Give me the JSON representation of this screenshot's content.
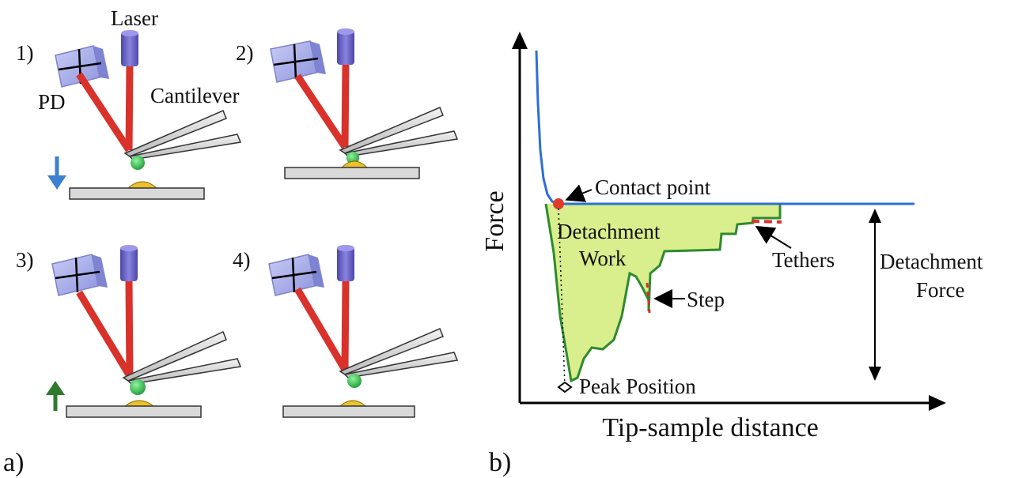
{
  "panel_a": {
    "tag": "a)",
    "steps": [
      "1)",
      "2)",
      "3)",
      "4)"
    ],
    "labels": {
      "laser": "Laser",
      "pd": "PD",
      "cantilever": "Cantilever"
    }
  },
  "panel_b": {
    "tag": "b)",
    "axes": {
      "y_label": "Force",
      "x_label": "Tip-sample distance"
    },
    "annotations": {
      "contact_point": "Contact point",
      "detachment_work_1": "Detachment",
      "detachment_work_2": "Work",
      "tethers": "Tethers",
      "step": "Step",
      "peak_position": "Peak Position",
      "detachment_force_1": "Detachment",
      "detachment_force_2": "Force"
    }
  },
  "colors": {
    "laser_beam": "#d8322a",
    "photodiode": "#a9aee8",
    "laser_body": "#6a63c9",
    "bead": "#2fbf4a",
    "sample": "#e9c22c",
    "approach_curve": "#2c6fd6",
    "retract_curve": "#2f8a2f",
    "work_fill": "#d9ee8c",
    "arrow_down": "#3d7fd1",
    "arrow_up": "#2f7a2f",
    "contact_dot": "#e03a2a"
  }
}
